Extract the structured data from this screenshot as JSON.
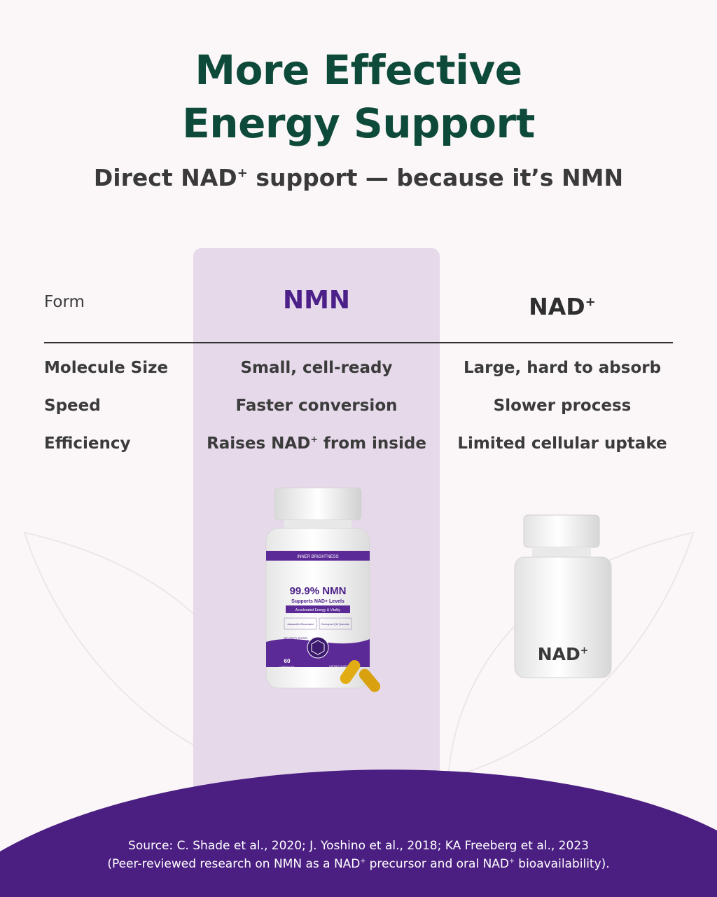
{
  "headline": {
    "line1": "More Effective",
    "line2": "Energy Support"
  },
  "subheadline": {
    "pre": "Direct NAD",
    "sup": "+",
    "post": " support — because it’s NMN"
  },
  "table": {
    "header": {
      "label": "Form",
      "col1": "NMN",
      "col2_main": "NAD",
      "col2_sup": "+"
    },
    "rows": [
      {
        "label": "Molecule Size",
        "col1": "Small, cell-ready",
        "col2": "Large, hard to absorb"
      },
      {
        "label": "Speed",
        "col1": "Faster conversion",
        "col2": "Slower process"
      },
      {
        "label": "Efficiency",
        "col1_pre": "Raises NAD",
        "col1_sup": "+",
        "col1_post": " from inside",
        "col2": "Limited cellular uptake"
      }
    ]
  },
  "nmn_bottle": {
    "brand": "INNER BRIGHTNESS",
    "product": "99.9% NMN",
    "claim": "Supports NAD+ Levels",
    "tagline": "Accelerated Energy & Vitality",
    "ingredient_1": "Astaxanthin Resveratrol",
    "ingredient_2": "Coenzyme Q10 Quercetin",
    "badge": "3RD-PARTY TESTED",
    "count": "60",
    "count_unit": "CAPSULES",
    "category": "DIETARY SUPPLEMENT"
  },
  "nad_bottle": {
    "label_main": "NAD",
    "label_sup": "+"
  },
  "colors": {
    "headline": "#0e4a3a",
    "accent_purple": "#4c2089",
    "highlight": "#e6d9ea",
    "footer": "#4b1f82"
  },
  "footer": {
    "line1": "Source: C. Shade et al., 2020; J. Yoshino et al., 2018; KA Freeberg et al., 2023",
    "line2_a": "(Peer-reviewed research on NMN as a NAD",
    "line2_sup1": "+",
    "line2_b": " precursor and oral NAD",
    "line2_sup2": "+",
    "line2_c": " bioavailability)."
  }
}
